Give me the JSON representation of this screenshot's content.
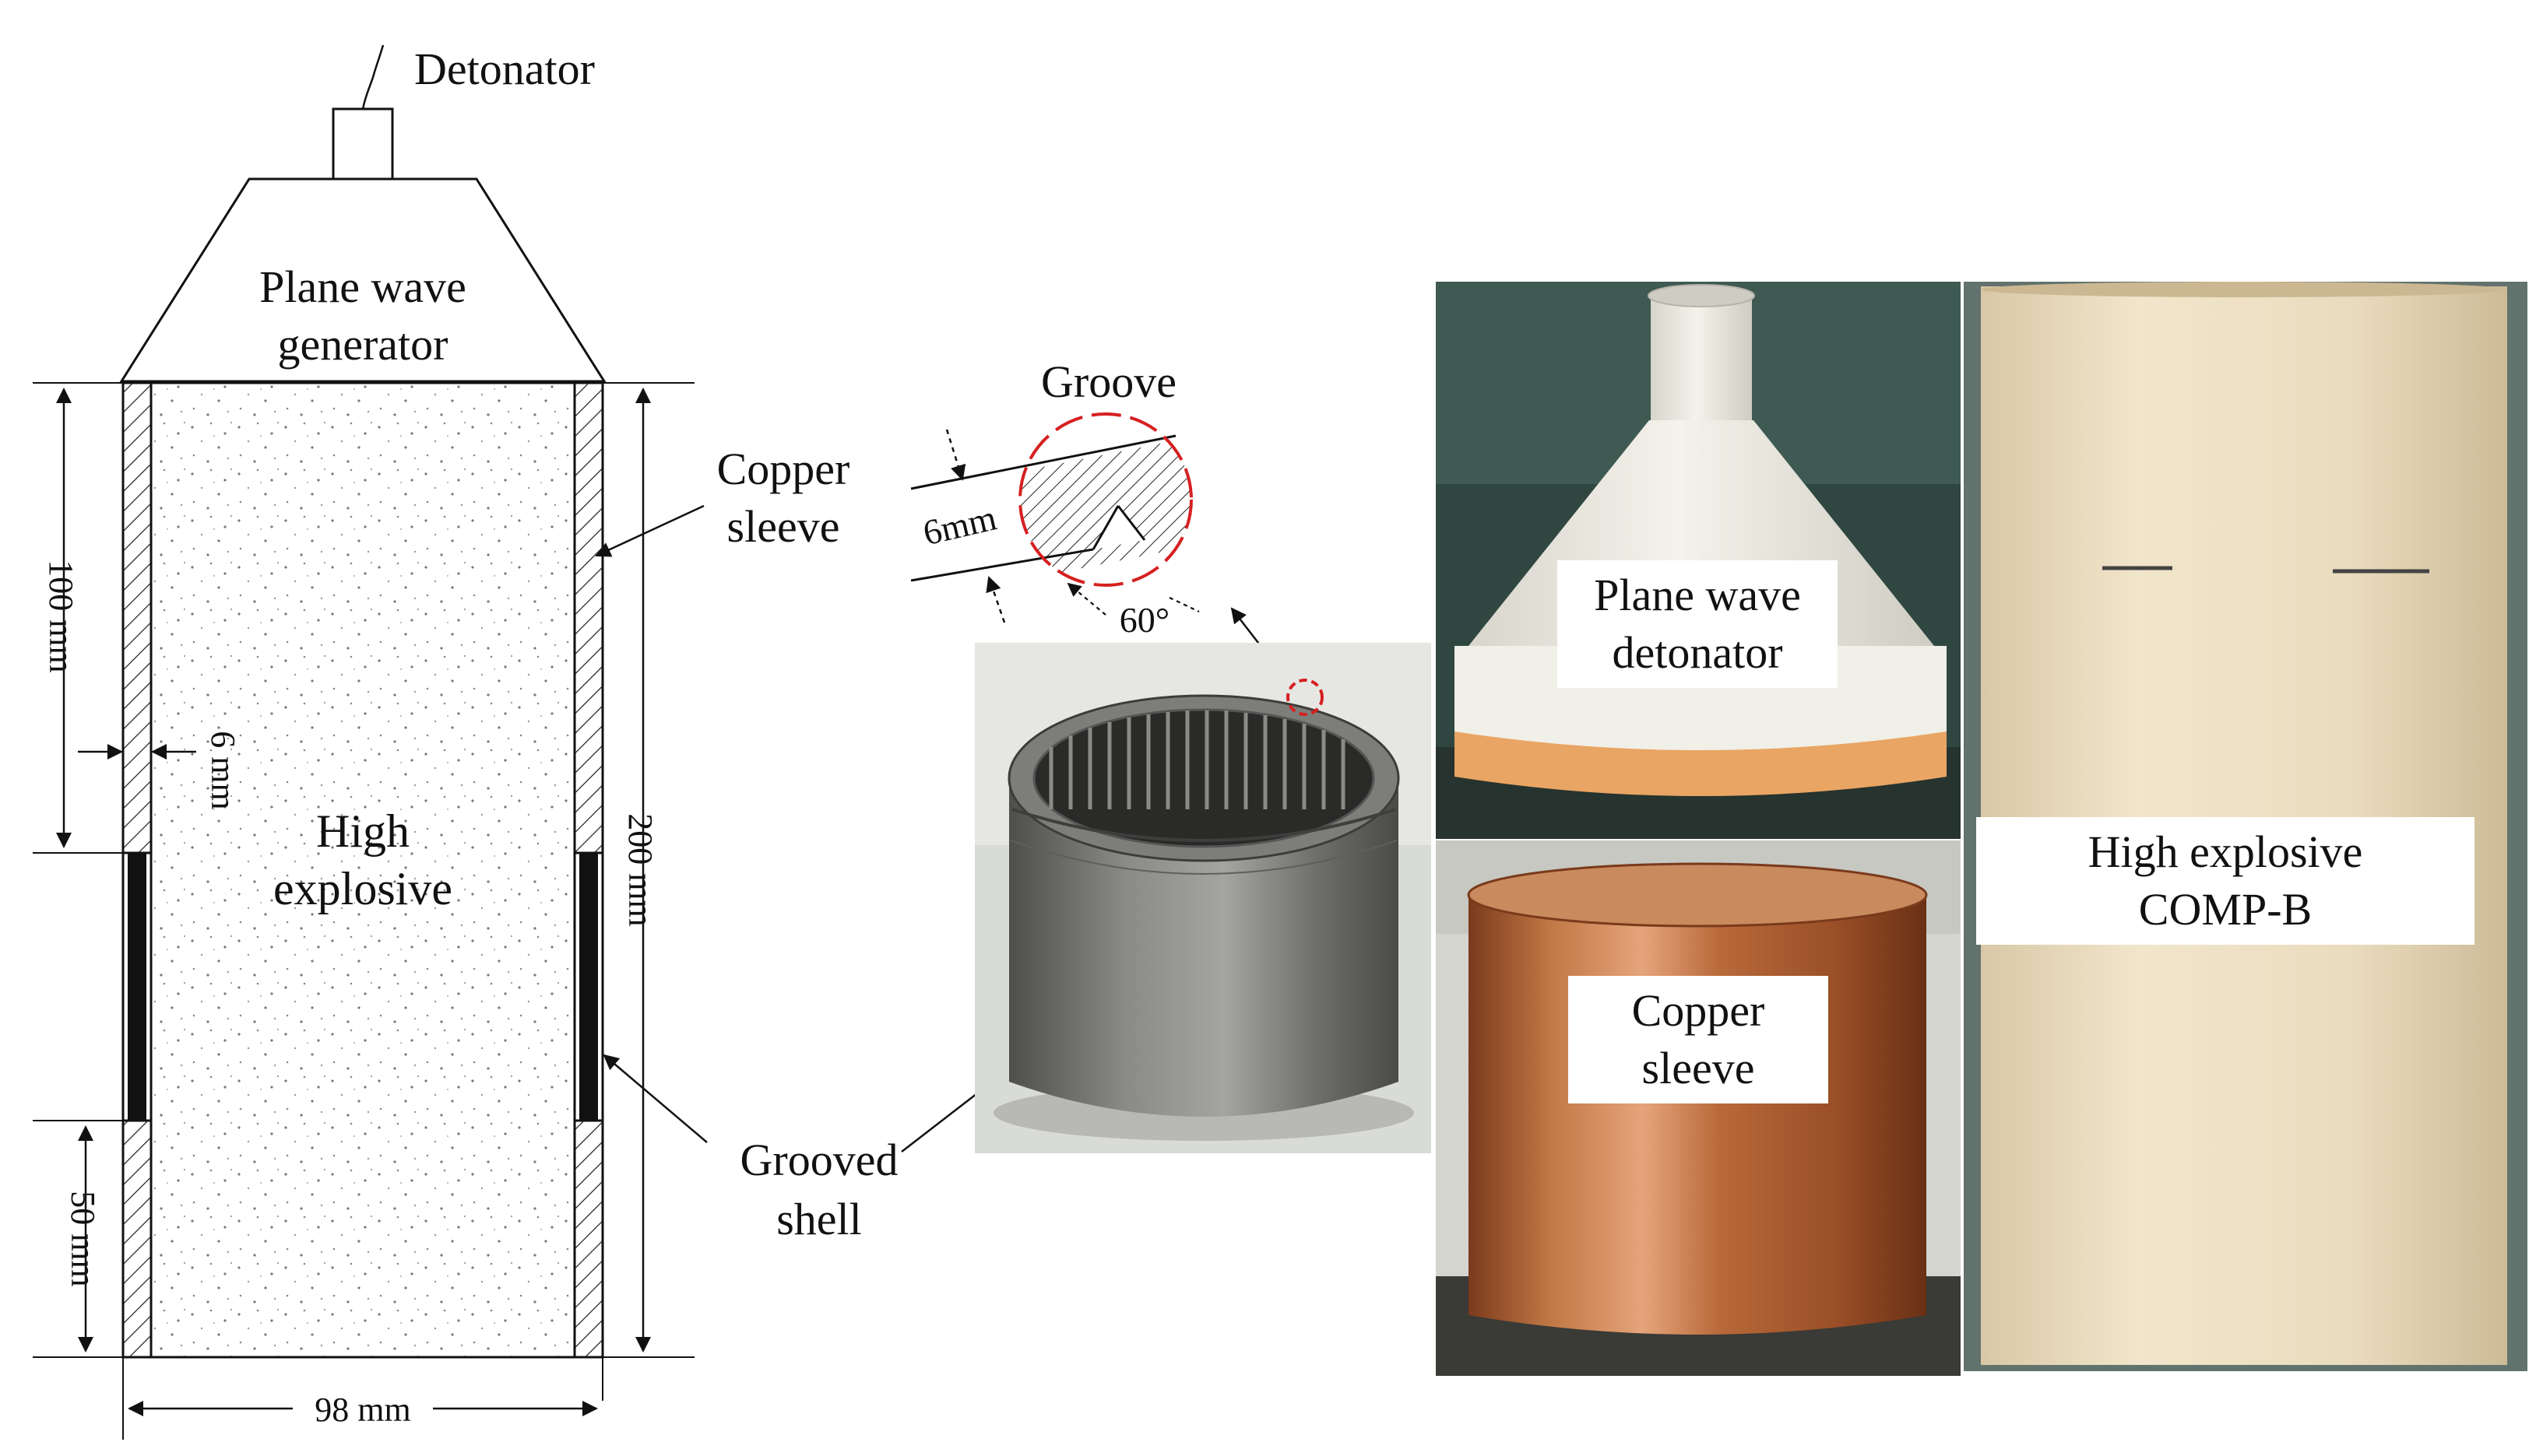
{
  "schematic": {
    "detonator": "Detonator",
    "generator_line1": "Plane wave",
    "generator_line2": "generator",
    "copper_sleeve_line1": "Copper",
    "copper_sleeve_line2": "sleeve",
    "explosive_line1": "High",
    "explosive_line2": "explosive",
    "grooved_shell_line1": "Grooved",
    "grooved_shell_line2": "shell",
    "dim_100": "100 mm",
    "dim_200": "200 mm",
    "dim_50": "50 mm",
    "dim_98": "98 mm",
    "dim_6": "6 mm"
  },
  "groove_detail": {
    "title": "Groove",
    "depth": "6mm",
    "angle": "60°"
  },
  "photos": {
    "plane_wave_line1": "Plane wave",
    "plane_wave_line2": "detonator",
    "copper_line1": "Copper",
    "copper_line2": "sleeve",
    "he_line1": "High explosive",
    "he_line2": "COMP-B"
  },
  "colors": {
    "ink": "#111111",
    "copper": "#b86b3e",
    "cone_white": "#e9e7df",
    "he_cream": "#eadcc0",
    "steel": "#6e6e6c",
    "groove_circle": "#d62020"
  }
}
